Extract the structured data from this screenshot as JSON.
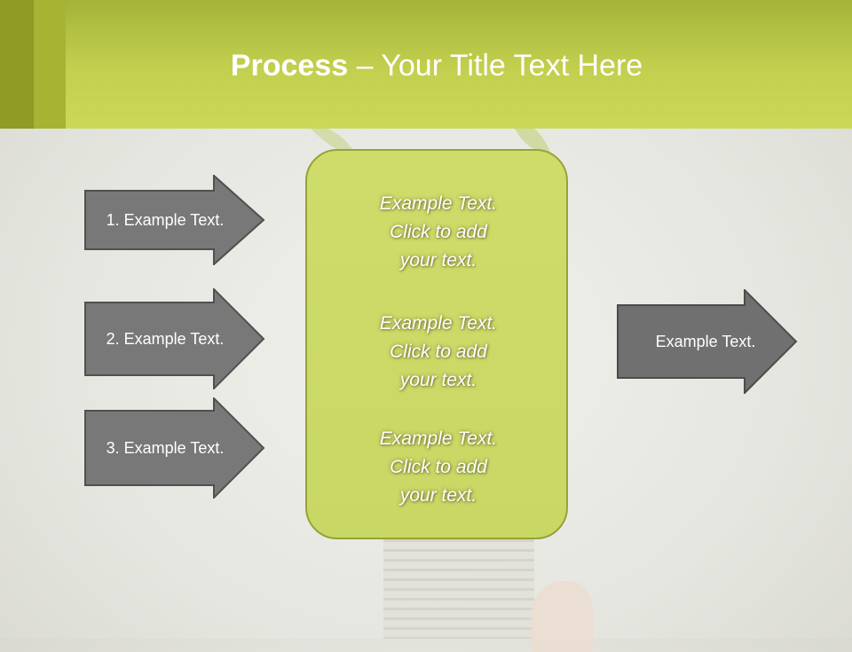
{
  "title": {
    "bold": "Process",
    "rest": " – Your Title Text Here"
  },
  "inputs": [
    {
      "label": "1. Example Text."
    },
    {
      "label": "2. Example Text."
    },
    {
      "label": "3. Example Text."
    }
  ],
  "center": {
    "items": [
      {
        "line1": "Example Text.",
        "line2": "Click  to add",
        "line3": "your text."
      },
      {
        "line1": "Example Text.",
        "line2": "Click  to add",
        "line3": "your text."
      },
      {
        "line1": "Example Text.",
        "line2": "Click  to add",
        "line3": "your text."
      }
    ]
  },
  "output": {
    "label": "Example Text."
  },
  "colors": {
    "header_green": "#c3d04f",
    "box_green": "#cbd967",
    "arrow_gray": "#777777"
  }
}
